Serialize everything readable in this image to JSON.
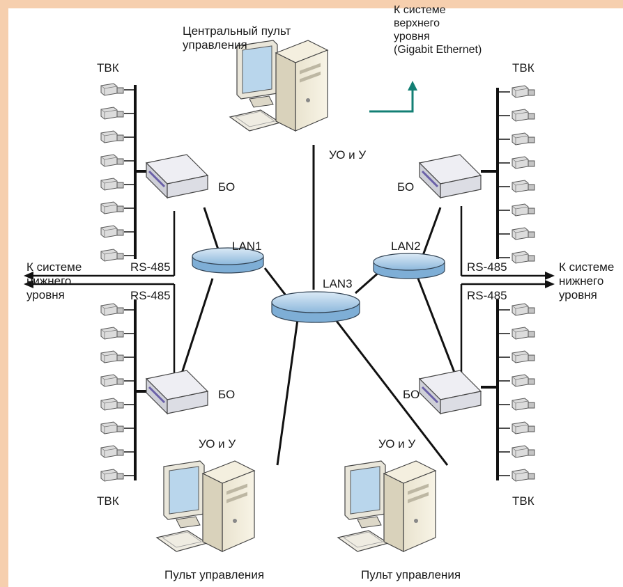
{
  "colors": {
    "frame": "#f6cfae",
    "uplink_arrow": "#137f74",
    "network_disk": "#9cc4e4",
    "lines": "#111111"
  },
  "labels": {
    "central_console": "Центральный пульт\nуправления",
    "upper_system": "К системе\nверхнего\nуровня\n(Gigabit Ethernet)",
    "tvk_top_left": "ТВК",
    "tvk_top_right": "ТВК",
    "tvk_bottom_left": "ТВК",
    "tvk_bottom_right": "ТВК",
    "bo_top_left": "БО",
    "bo_top_right": "БО",
    "bo_bottom_left": "БО",
    "bo_bottom_right": "БО",
    "uo_top": "УО и У",
    "uo_bottom_left": "УО и У",
    "uo_bottom_right": "УО и У",
    "lan1": "LAN1",
    "lan2": "LAN2",
    "lan3": "LAN3",
    "rs485_tl": "RS-485",
    "rs485_bl": "RS-485",
    "rs485_tr": "RS-485",
    "rs485_br": "RS-485",
    "lower_system_left": "К системе\nнижнего\nуровня",
    "lower_system_right": "К системе\nнижнего\nуровня",
    "console_bottom_left": "Пульт управления",
    "console_bottom_right": "Пульт управления"
  }
}
